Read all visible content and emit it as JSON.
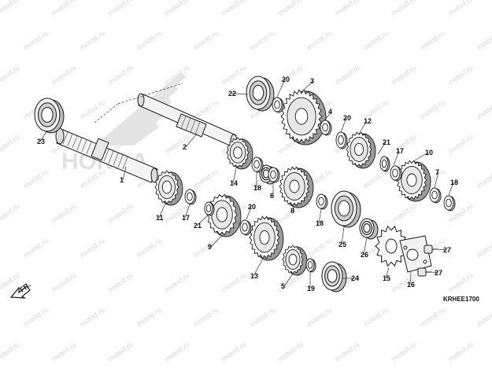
{
  "diagram": {
    "brand_watermark": "HONDA",
    "site_watermark": "motod.ru",
    "direction_label": "FR.",
    "figure_code": "KRHEE1700",
    "callouts": [
      "23",
      "1",
      "2",
      "22",
      "20",
      "3",
      "4",
      "20",
      "12",
      "21",
      "17",
      "10",
      "7",
      "18",
      "14",
      "18",
      "6",
      "8",
      "18",
      "25",
      "26",
      "15",
      "16",
      "27",
      "27",
      "11",
      "17",
      "21",
      "9",
      "20",
      "13",
      "5",
      "19",
      "24"
    ],
    "colors": {
      "line": "#1a1a1a",
      "shade": "#8c8c8c",
      "watermark": "#d9d9d9",
      "logo": "#e3e3e3"
    }
  }
}
